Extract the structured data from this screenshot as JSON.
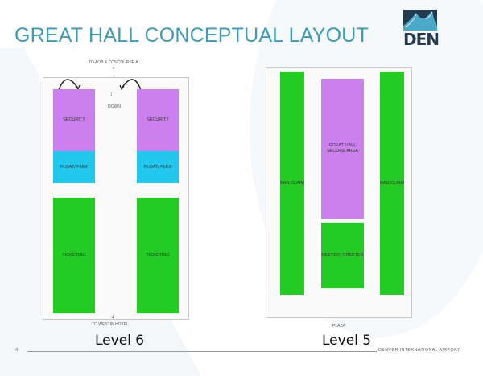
{
  "slide": {
    "title": "GREAT HALL CONCEPTUAL LAYOUT",
    "page_number": "4",
    "footer": "DENVER INTERNATIONAL AIRPORT",
    "logo_text": "DEN",
    "colors": {
      "title": "#3d9bb7",
      "logo": "#243a4f",
      "logo_accent": "#4aa9c6",
      "security": "#cc80f0",
      "float_flex": "#22c7ee",
      "ticketing": "#22cc22"
    }
  },
  "level6": {
    "caption": "Level 6",
    "top_label": "TO AOB & CONCOURSE A",
    "bottom_label": "TO WESTIN HOTEL",
    "down_label": "DOWN",
    "zones": {
      "security_left": "SECURITY",
      "security_right": "SECURITY",
      "float_left": "FLOAT/ FLEX",
      "float_right": "FLOAT/ FLEX",
      "ticketing_left": "TICKETING",
      "ticketing_right": "TICKETING"
    }
  },
  "level5": {
    "caption": "Level 5",
    "bottom_label": "PLAZA",
    "zones": {
      "bag_claim_left": "BAG CLAIM",
      "bag_claim_right": "BAG CLAIM",
      "great_hall": "GREAT HALL SECURE AREA",
      "meeter_greeter": "MEETER/ GREETER"
    }
  }
}
